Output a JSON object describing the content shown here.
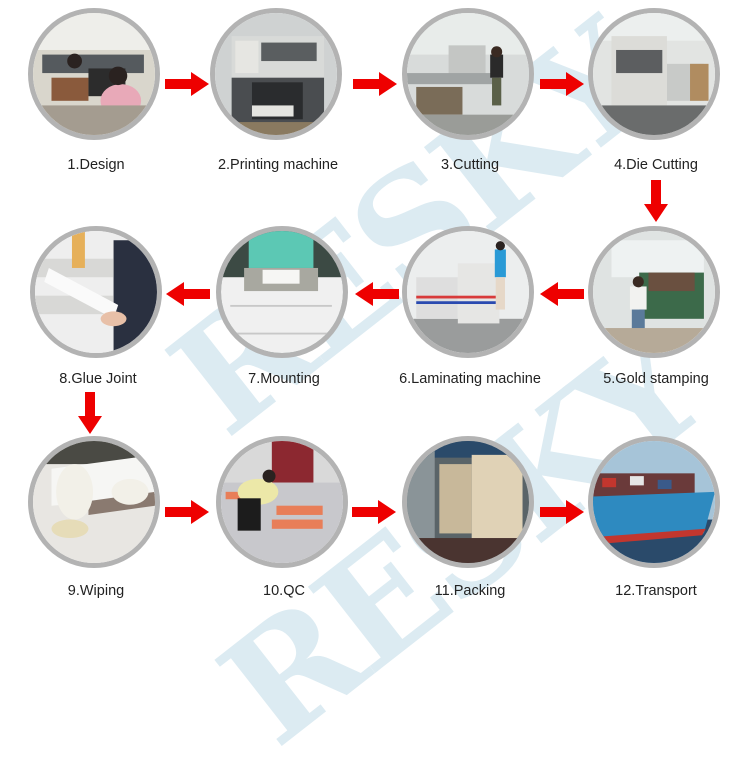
{
  "watermark": {
    "text": "RESKY",
    "color": "#dcebf2"
  },
  "arrow_color": "#ee0000",
  "steps": [
    {
      "num": 1,
      "label": "1.Design",
      "scene": "office-design-team",
      "c1": "#d9d6cc",
      "c2": "#6b6a66",
      "accent": "#e8a9b8"
    },
    {
      "num": 2,
      "label": "2.Printing machine",
      "scene": "offset-printing-press",
      "c1": "#cfd2d2",
      "c2": "#4a4d50",
      "accent": "#8a8f92"
    },
    {
      "num": 3,
      "label": "3.Cutting",
      "scene": "paper-cutting-machine",
      "c1": "#d8dbda",
      "c2": "#7a6c58",
      "accent": "#3a3a3a"
    },
    {
      "num": 4,
      "label": "4.Die Cutting",
      "scene": "die-cutting-machine",
      "c1": "#e2e4e2",
      "c2": "#5c5e60",
      "accent": "#bcbcb6"
    },
    {
      "num": 5,
      "label": "5.Gold stamping",
      "scene": "gold-stamping-workshop",
      "c1": "#dfe3e2",
      "c2": "#6a6050",
      "accent": "#3c6a4a"
    },
    {
      "num": 6,
      "label": "6.Laminating machine",
      "scene": "laminating-machine",
      "c1": "#eceeee",
      "c2": "#9a9c9c",
      "accent": "#d83a3a"
    },
    {
      "num": 7,
      "label": "7.Mounting",
      "scene": "box-mounting",
      "c1": "#f0f0f0",
      "c2": "#3c4a44",
      "accent": "#5cc8b4"
    },
    {
      "num": 8,
      "label": "8.Glue Joint",
      "scene": "glue-joint",
      "c1": "#eeeeee",
      "c2": "#8a8a8a",
      "accent": "#e6b05a"
    },
    {
      "num": 9,
      "label": "9.Wiping",
      "scene": "wiping-gloves",
      "c1": "#e8e6e2",
      "c2": "#4a4a44",
      "accent": "#f2f0e8"
    },
    {
      "num": 10,
      "label": "10.QC",
      "scene": "quality-control",
      "c1": "#d9d9d9",
      "c2": "#8c2830",
      "accent": "#e87e58"
    },
    {
      "num": 11,
      "label": "11.Packing",
      "scene": "container-packing",
      "c1": "#c8b89a",
      "c2": "#4a3430",
      "accent": "#e0d2b6"
    },
    {
      "num": 12,
      "label": "12.Transport",
      "scene": "container-ship",
      "c1": "#a6c4d8",
      "c2": "#2e6a9a",
      "accent": "#c2362e"
    }
  ],
  "flow": [
    {
      "from": 1,
      "to": 2,
      "direction": "right"
    },
    {
      "from": 2,
      "to": 3,
      "direction": "right"
    },
    {
      "from": 3,
      "to": 4,
      "direction": "right"
    },
    {
      "from": 4,
      "to": 5,
      "direction": "down"
    },
    {
      "from": 5,
      "to": 6,
      "direction": "left"
    },
    {
      "from": 6,
      "to": 7,
      "direction": "left"
    },
    {
      "from": 7,
      "to": 8,
      "direction": "left"
    },
    {
      "from": 8,
      "to": 9,
      "direction": "down"
    },
    {
      "from": 9,
      "to": 10,
      "direction": "right"
    },
    {
      "from": 10,
      "to": 11,
      "direction": "right"
    },
    {
      "from": 11,
      "to": 12,
      "direction": "right"
    }
  ]
}
